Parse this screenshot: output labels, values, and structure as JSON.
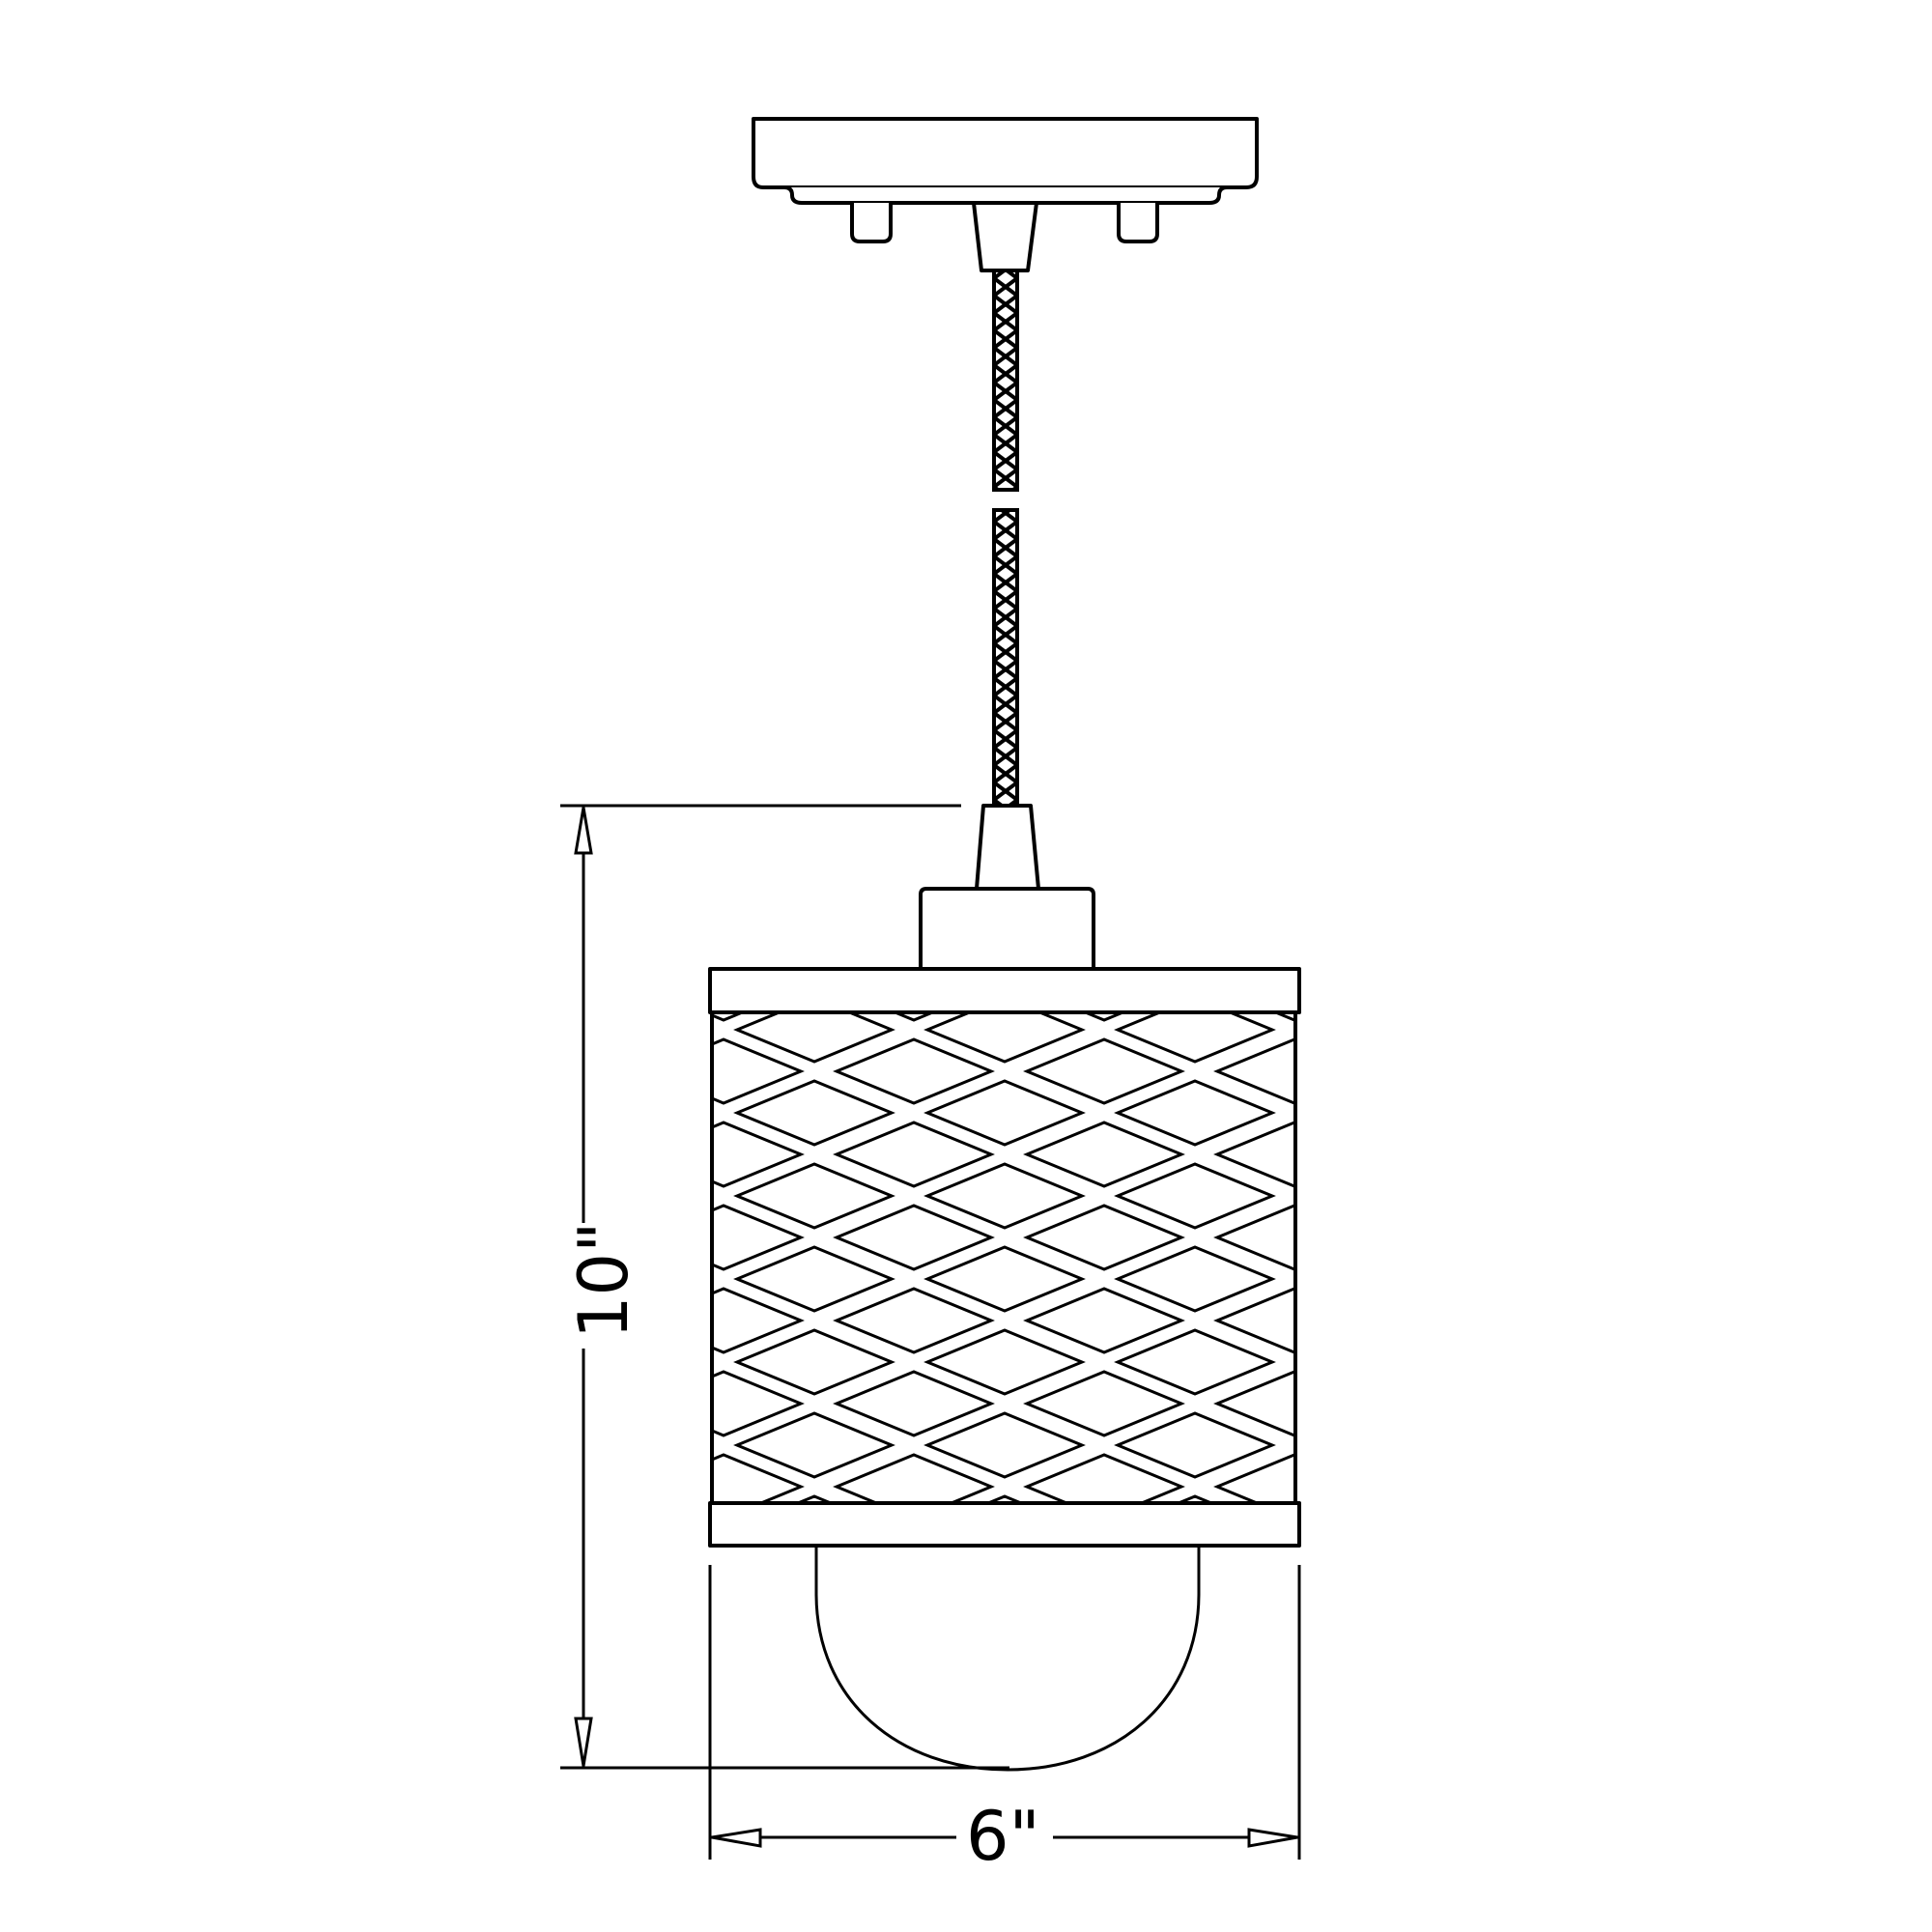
{
  "drawing": {
    "subject": "pendant light fixture with lattice cage shade",
    "colors": {
      "line": "#000000",
      "background": "#ffffff"
    }
  },
  "dimensions": {
    "height_label": "10\"",
    "width_label": "6\""
  },
  "parts": [
    "ceiling-canopy",
    "canopy-mounting-screws",
    "top-cord-collar",
    "braided-cord",
    "bottom-cord-collar",
    "socket-cap",
    "top-band",
    "lattice-cage",
    "bottom-band",
    "dome-globe"
  ]
}
